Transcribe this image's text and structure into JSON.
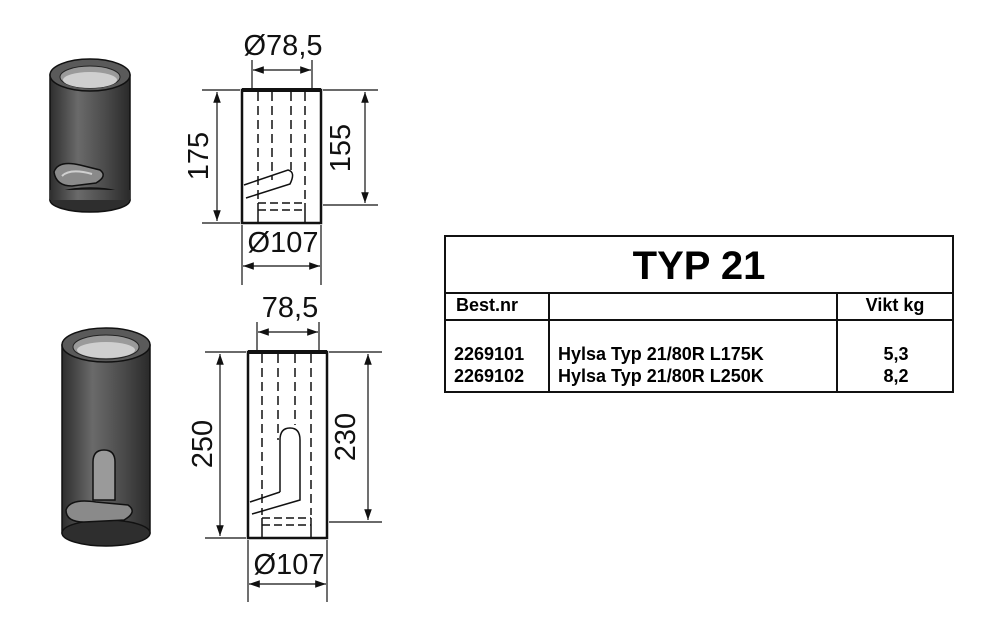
{
  "views": [
    {
      "top_diameter": "Ø78,5",
      "height_total": "175",
      "height_inner": "155",
      "bottom_diameter": "Ø107"
    },
    {
      "top_diameter": "78,5",
      "height_total": "250",
      "height_inner": "230",
      "bottom_diameter": "Ø107"
    }
  ],
  "table": {
    "title": "TYP 21",
    "headers": [
      "Best.nr",
      "",
      "Vikt kg"
    ],
    "rows": [
      {
        "nr": "2269101",
        "name": "Hylsa Typ 21/80R L175K",
        "weight": "5,3"
      },
      {
        "nr": "2269102",
        "name": "Hylsa Typ 21/80R L250K",
        "weight": "8,2"
      }
    ]
  },
  "colors": {
    "line": "#111111",
    "body_dark": "#3a3a3a",
    "body_light": "#6e6e6e"
  }
}
